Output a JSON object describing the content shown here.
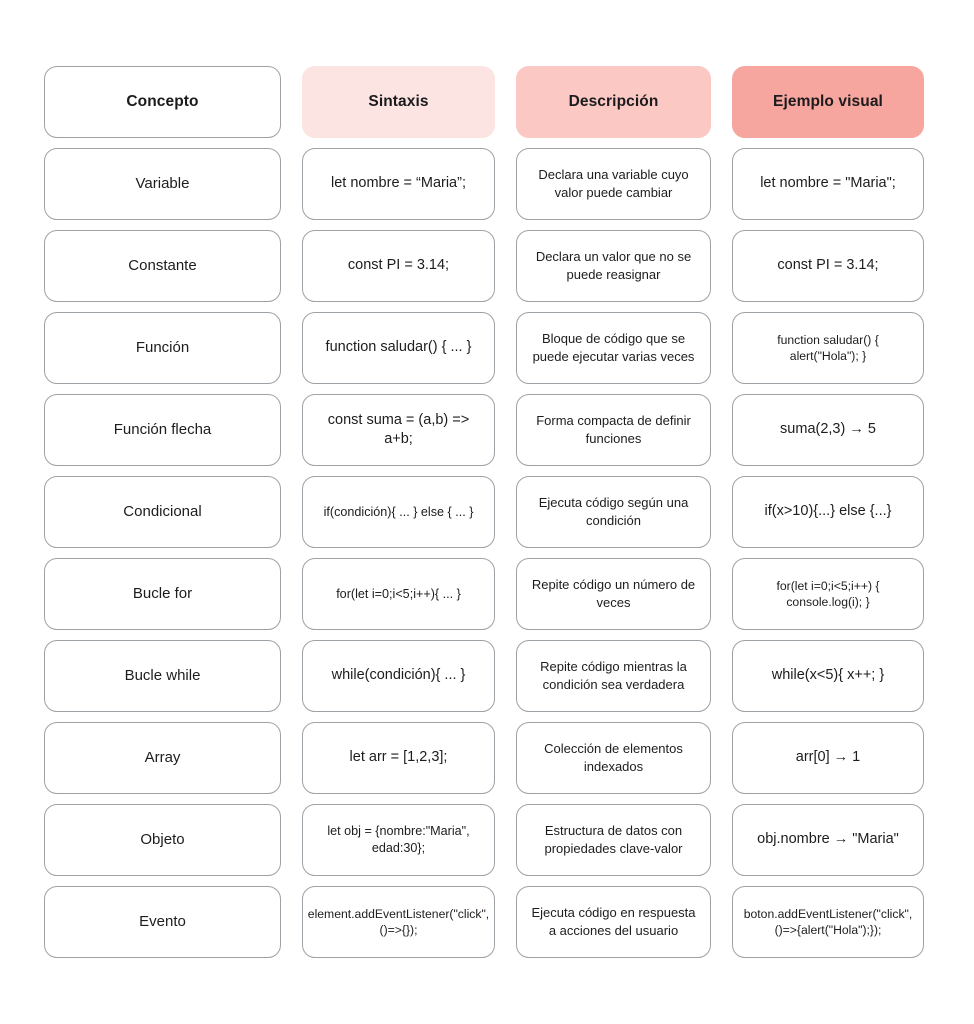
{
  "page": {
    "background_color": "#ffffff",
    "border_color": "#9da2a7",
    "text_color": "#1d1d1f"
  },
  "table": {
    "headers": [
      {
        "label": "Concepto",
        "fill": "#ffffff"
      },
      {
        "label": "Sintaxis",
        "fill": "#fce4e2"
      },
      {
        "label": "Descripción",
        "fill": "#fbc8c4"
      },
      {
        "label": "Ejemplo visual",
        "fill": "#f7a59f"
      }
    ],
    "rows": [
      {
        "concepto": "Variable",
        "sintaxis": "let nombre = “Maria”;",
        "descripcion": "Declara una variable cuyo valor puede cambiar",
        "ejemplo": "let nombre = \"Maria\";"
      },
      {
        "concepto": "Constante",
        "sintaxis": "const PI = 3.14;",
        "descripcion": "Declara un valor que no se puede reasignar",
        "ejemplo": "const PI = 3.14;"
      },
      {
        "concepto": "Función",
        "sintaxis": "function saludar() { ... }",
        "descripcion": "Bloque de código que se puede ejecutar varias veces",
        "ejemplo": "function saludar() { alert(\"Hola\"); }"
      },
      {
        "concepto": "Función flecha",
        "sintaxis": "const suma = (a,b) => a+b;",
        "descripcion": "Forma compacta de definir funciones",
        "ejemplo": "suma(2,3) → 5"
      },
      {
        "concepto": "Condicional",
        "sintaxis": "if(condición){ ... } else { ... }",
        "descripcion": "Ejecuta código según una condición",
        "ejemplo": "if(x>10){...} else {...}"
      },
      {
        "concepto": "Bucle for",
        "sintaxis": "for(let i=0;i<5;i++){ ... }",
        "descripcion": "Repite código un número de veces",
        "ejemplo": "for(let i=0;i<5;i++) { console.log(i); }"
      },
      {
        "concepto": "Bucle while",
        "sintaxis": "while(condición){ ... }",
        "descripcion": "Repite código mientras la condición sea verdadera",
        "ejemplo": "while(x<5){ x++; }"
      },
      {
        "concepto": "Array",
        "sintaxis": "let arr = [1,2,3];",
        "descripcion": "Colección de elementos indexados",
        "ejemplo": "arr[0] → 1"
      },
      {
        "concepto": "Objeto",
        "sintaxis": "let obj = {nombre:\"Maria\", edad:30};",
        "descripcion": "Estructura de datos con propiedades clave-valor",
        "ejemplo": "obj.nombre → \"Maria\""
      },
      {
        "concepto": "Evento",
        "sintaxis": "element.addEventListener(\"click\", ()=>{});",
        "descripcion": "Ejecuta código en respuesta a acciones del usuario",
        "ejemplo": "boton.addEventListener(\"click\", ()=>{alert(\"Hola\");});"
      }
    ]
  }
}
